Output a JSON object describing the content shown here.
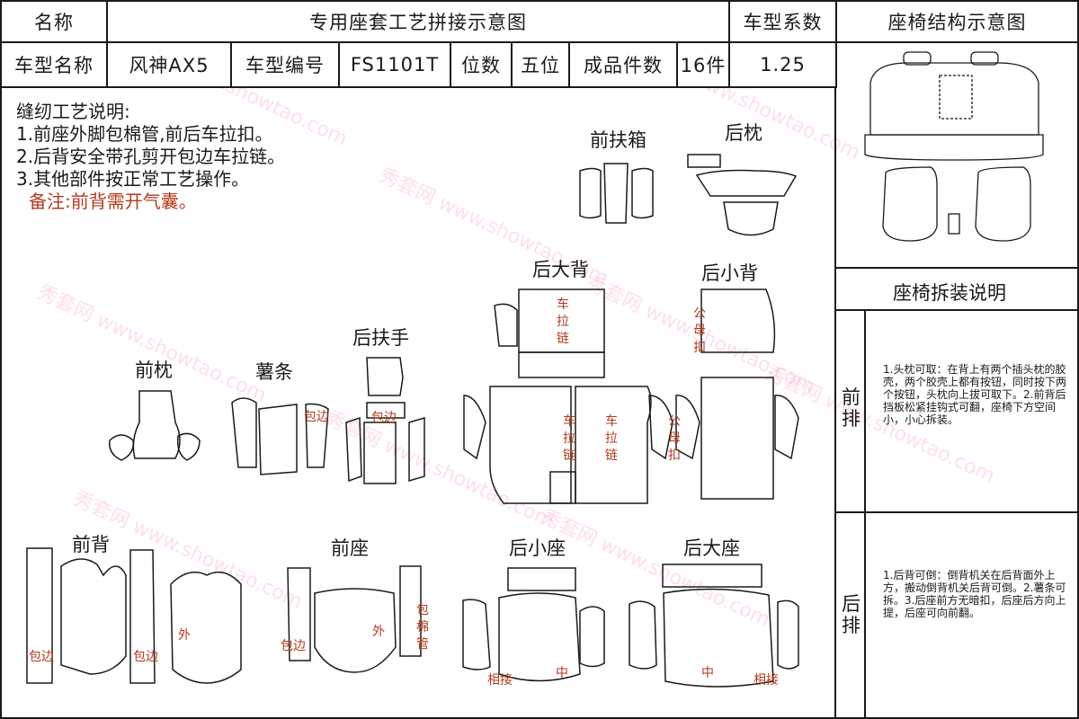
{
  "header": {
    "name_label": "名称",
    "title": "专用座套工艺拼接示意图",
    "coef_label": "车型系数",
    "structure_label": "座椅结构示意图",
    "model_label": "车型名称",
    "model_value": "风神AX5",
    "code_label": "车型编号",
    "code_value": "FS1101T",
    "seats_label": "位数",
    "seats_value": "五位",
    "pieces_label": "成品件数",
    "pieces_value": "16件",
    "coef_value": "1.25"
  },
  "notes": {
    "title": "缝纫工艺说明:",
    "line1": "1.前座外脚包棉管,前后车拉扣。",
    "line2": "2.后背安全带孔剪开包边车拉链。",
    "line3": "3.其他部件按正常工艺操作。",
    "remark": "备注:前背需开气囊。"
  },
  "parts": {
    "front_armrest_box": "前扶箱",
    "rear_headrest": "后枕",
    "rear_big_back": "后大背",
    "rear_small_back": "后小背",
    "rear_armrest": "后扶手",
    "front_headrest": "前枕",
    "strip": "薯条",
    "front_back": "前背",
    "front_seat": "前座",
    "rear_small_seat": "后小座",
    "rear_big_seat": "后大座"
  },
  "marks": {
    "binding": "包边",
    "zipper": "车拉链",
    "snap": "公母扣",
    "outer": "外",
    "cotton_tube": "包棉管",
    "join": "相接",
    "middle": "中"
  },
  "instructions": {
    "title": "座椅拆装说明",
    "front_row": "前排",
    "rear_row": "后排",
    "front_text": "1.头枕可取：在背上有两个插头枕的胶壳，两个胶壳上都有按钮，同时按下两个按钮，头枕向上拔可取下。2.前背后挡板松紧挂钩式可翻，座椅下方空间小，小心拆装。",
    "rear_text": "1.后背可倒：倒背机关在后背面外上方，搬动倒背机关后背可倒。2.薯条可拆。3.后座前方无暗扣，后座后方向上提，后座可向前翻。"
  },
  "watermark": "秀套网 www.showtao.com"
}
